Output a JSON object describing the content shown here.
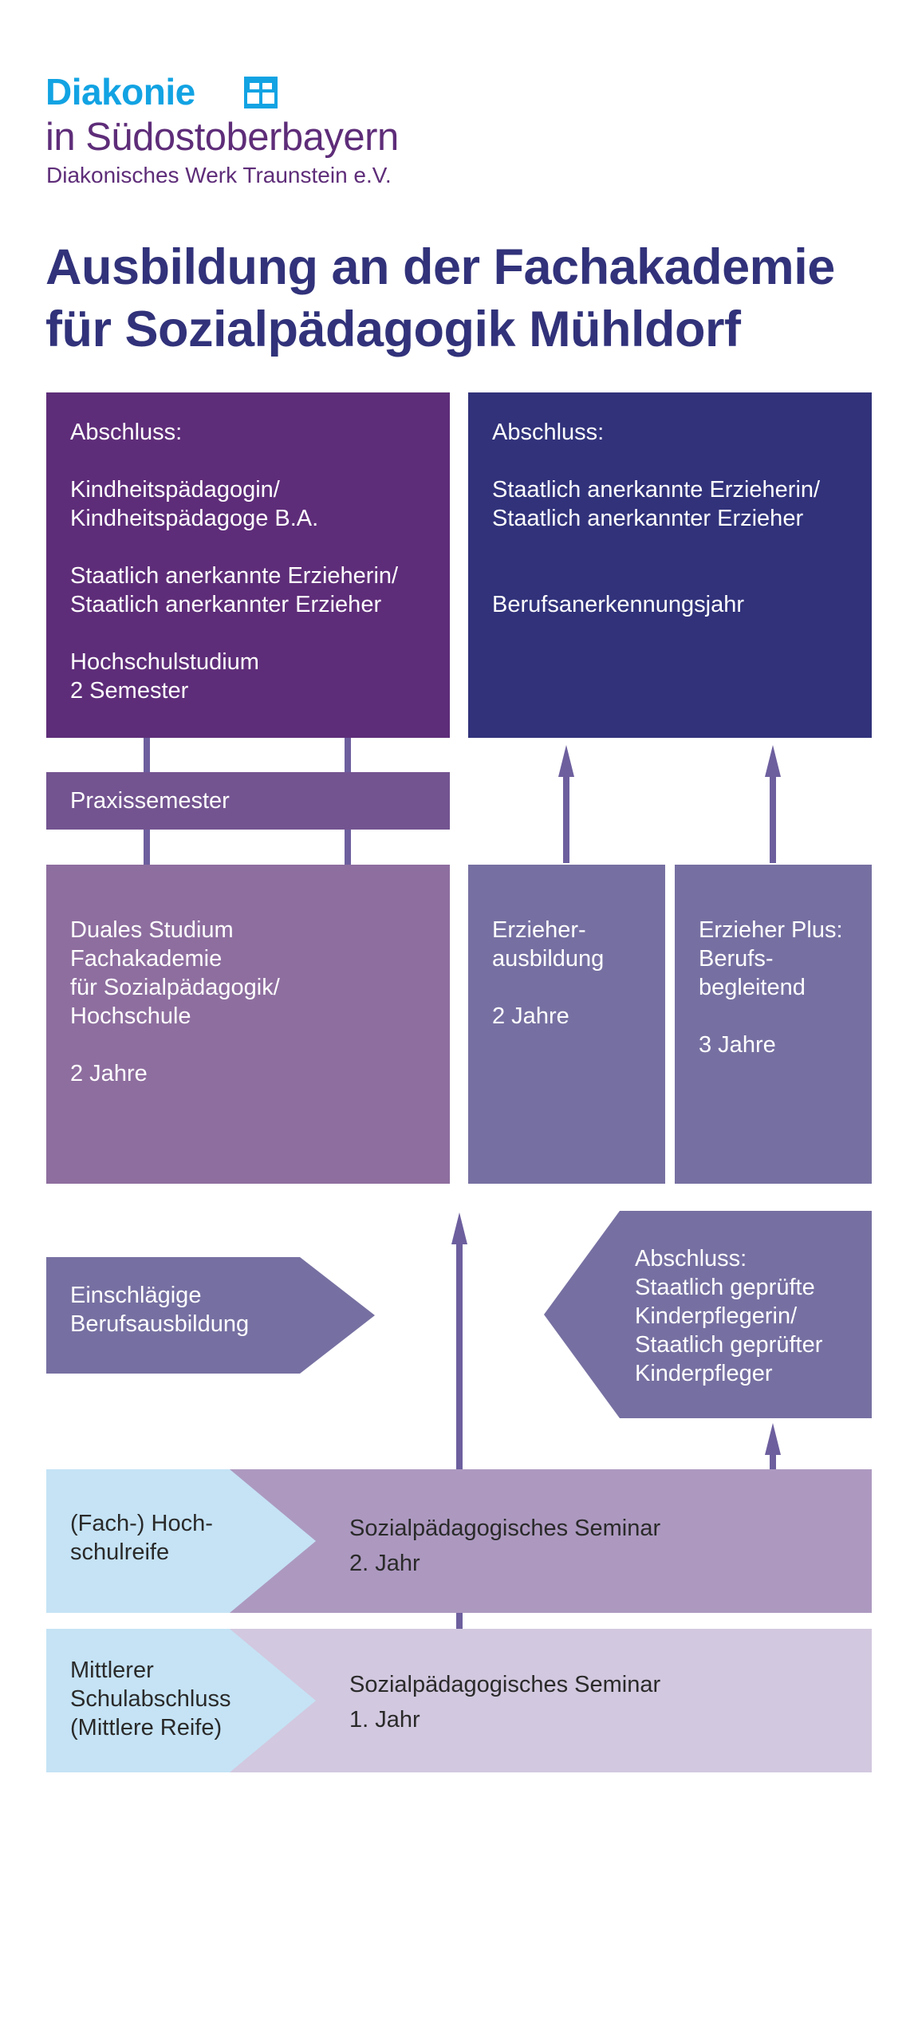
{
  "logo": {
    "brand": "Diakonie",
    "icon": "diakonie-cross-icon",
    "region": "in Südostoberbayern",
    "organization": "Diakonisches Werk Traunstein e.V."
  },
  "title": {
    "line1": "Ausbildung an der Fachakademie",
    "line2": "für Sozialpädagogik Mühldorf"
  },
  "boxes": {
    "abschluss_left": {
      "heading": "Abschluss:",
      "degree_line1": "Kindheitspädagogin/",
      "degree_line2": "Kindheitspädagoge B.A.",
      "state_line1": "Staatlich anerkannte Erzieherin/",
      "state_line2": "Staatlich anerkannter Erzieher",
      "study_line1": "Hochschulstudium",
      "study_line2": "2 Semester"
    },
    "abschluss_right": {
      "heading": "Abschluss:",
      "state_line1": "Staatlich anerkannte Erzieherin/",
      "state_line2": "Staatlich anerkannter Erzieher",
      "year": "Berufsanerkennungsjahr"
    },
    "praxissemester": "Praxissemester",
    "duales_studium": {
      "line1": "Duales Studium",
      "line2": "Fachakademie",
      "line3": "für Sozialpädagogik/",
      "line4": "Hochschule",
      "duration": "2 Jahre"
    },
    "erzieherausbildung": {
      "line1": "Erzieher-",
      "line2": "ausbildung",
      "duration": "2 Jahre"
    },
    "erzieher_plus": {
      "line1": "Erzieher Plus:",
      "line2": "Berufs-",
      "line3": "begleitend",
      "duration": "3 Jahre"
    },
    "einschlaegige": {
      "line1": "Einschlägige",
      "line2": "Berufsausbildung"
    },
    "kinderpflege": {
      "heading": "Abschluss:",
      "line1": "Staatlich geprüfte",
      "line2": "Kinderpflegerin/",
      "line3": "Staatlich geprüfter",
      "line4": "Kinderpfleger"
    },
    "hochschulreife": {
      "line1": "(Fach-) Hoch-",
      "line2": "schulreife"
    },
    "seminar_2": {
      "line1": "Sozialpädagogisches Seminar",
      "line2": "2. Jahr"
    },
    "mittlere_reife": {
      "line1": "Mittlerer",
      "line2": "Schulabschluss",
      "line3": "(Mittlere Reife)"
    },
    "seminar_1": {
      "line1": "Sozialpädagogisches Seminar",
      "line2": "1. Jahr"
    }
  },
  "colors": {
    "dark_purple": "#5e2d79",
    "navy": "#31327a",
    "praxis": "#735490",
    "duales": "#8e6e9f",
    "lavender": "#7670a2",
    "seminar_2": "#ad99c0",
    "seminar_1": "#d2c8df",
    "light_blue": "#c5e3f5",
    "connector": "#6d5f9e",
    "brand_blue": "#12a3e3"
  }
}
